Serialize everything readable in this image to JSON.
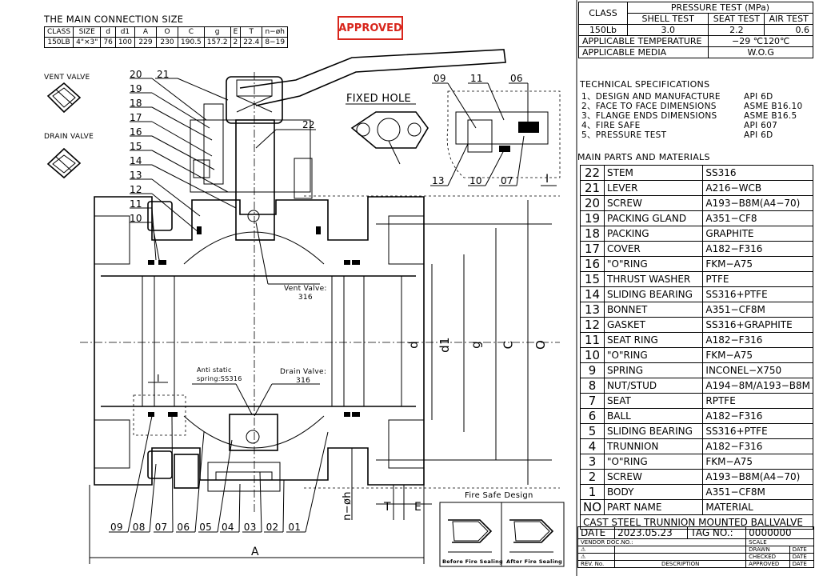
{
  "connection": {
    "title": "THE MAIN CONNECTION SIZE",
    "headers": [
      "CLASS",
      "SIZE",
      "d",
      "d1",
      "A",
      "O",
      "C",
      "g",
      "E",
      "T",
      "n−øh"
    ],
    "row": [
      "150LB",
      "4\"×3\"",
      "76",
      "100",
      "229",
      "230",
      "190.5",
      "157.2",
      "2",
      "22.4",
      "8−19"
    ]
  },
  "stamp": "APPROVED",
  "pressure": {
    "class_label": "CLASS",
    "title": "PRESSURE TEST (MPa)",
    "headers": [
      "SHELL TEST",
      "SEAT TEST",
      "AIR TEST"
    ],
    "class_value": "150Lb",
    "values": [
      "3.0",
      "2.2",
      "0.6"
    ],
    "temp_label": "APPLICABLE TEMPERATURE",
    "temp_value": "−29 ℃120℃",
    "media_label": "APPLICABLE MEDIA",
    "media_value": "W.O.G"
  },
  "tech": {
    "title": "TECHNICAL SPECIFICATIONS",
    "items": [
      {
        "label": "1、DESIGN AND MANUFACTURE",
        "value": "API 6D"
      },
      {
        "label": "2、FACE TO FACE DIMENSIONS",
        "value": "ASME B16.10"
      },
      {
        "label": "3、FLANGE ENDS DIMENSIONS",
        "value": "ASME B16.5"
      },
      {
        "label": "4、FIRE SAFE",
        "value": "API 607"
      },
      {
        "label": "5、PRESSURE TEST",
        "value": "API 6D"
      }
    ]
  },
  "parts": {
    "title": "MAIN PARTS AND MATERIALS",
    "rows": [
      {
        "no": "22",
        "name": "STEM",
        "material": "SS316"
      },
      {
        "no": "21",
        "name": "LEVER",
        "material": "A216−WCB"
      },
      {
        "no": "20",
        "name": "SCREW",
        "material": "A193−B8M(A4−70)"
      },
      {
        "no": "19",
        "name": "PACKING GLAND",
        "material": "A351−CF8"
      },
      {
        "no": "18",
        "name": "PACKING",
        "material": "GRAPHITE"
      },
      {
        "no": "17",
        "name": "COVER",
        "material": "A182−F316"
      },
      {
        "no": "16",
        "name": "\"O\"RING",
        "material": "FKM−A75"
      },
      {
        "no": "15",
        "name": "THRUST WASHER",
        "material": "PTFE"
      },
      {
        "no": "14",
        "name": "SLIDING BEARING",
        "material": "SS316+PTFE"
      },
      {
        "no": "13",
        "name": "BONNET",
        "material": "A351−CF8M"
      },
      {
        "no": "12",
        "name": "GASKET",
        "material": "SS316+GRAPHITE"
      },
      {
        "no": "11",
        "name": "SEAT RING",
        "material": "A182−F316"
      },
      {
        "no": "10",
        "name": "\"O\"RING",
        "material": "FKM−A75"
      },
      {
        "no": "9",
        "name": "SPRING",
        "material": "INCONEL−X750"
      },
      {
        "no": "8",
        "name": "NUT/STUD",
        "material": "A194−8M/A193−B8M"
      },
      {
        "no": "7",
        "name": "SEAT",
        "material": "RPTFE"
      },
      {
        "no": "6",
        "name": "BALL",
        "material": "A182−F316"
      },
      {
        "no": "5",
        "name": "SLIDING BEARING",
        "material": "SS316+PTFE"
      },
      {
        "no": "4",
        "name": "TRUNNION",
        "material": "A182−F316"
      },
      {
        "no": "3",
        "name": "\"O\"RING",
        "material": "FKM−A75"
      },
      {
        "no": "2",
        "name": "SCREW",
        "material": "A193−B8M(A4−70)"
      },
      {
        "no": "1",
        "name": "BODY",
        "material": "A351−CF8M"
      }
    ],
    "header": {
      "no": "NO",
      "name": "PART NAME",
      "material": "MATERIAL"
    },
    "caption": "CAST STEEL TRUNNION MOUNTED BALLVALVE"
  },
  "titleblock": {
    "date_label": "DATE",
    "date_value": "2023.05.23",
    "tag_label": "TAG NO.:",
    "tag_value": "0000000",
    "vendor_label": "VENDOR DOC.NO.:",
    "scale_label": "SCALE",
    "drawn": "DRAWN",
    "checked": "CHECKED",
    "approved": "APPROVED",
    "date": "DATE",
    "rev_no": "REV. No.",
    "description": "DESCRIPTION"
  },
  "drawing": {
    "vent_valve": "VENT VALVE",
    "drain_valve": "DRAIN VALVE",
    "fixed_hole": "FIXED HOLE",
    "vent_note": [
      "Vent Valve:",
      "316"
    ],
    "drain_note": [
      "Drain Valve:",
      "316"
    ],
    "anti_static": [
      "Anti static",
      "spring:SS316"
    ],
    "fire_safe_title": "Fire Safe Design",
    "before_fire": "Before Fire Sealing",
    "after_fire": "After Fire Sealing",
    "section_mark": "I",
    "dims": {
      "d": "d",
      "d1": "d1",
      "g": "g",
      "C": "C",
      "O": "O",
      "A": "A",
      "T": "T",
      "E": "E",
      "nh": "n−øh"
    },
    "callouts_left": [
      "20",
      "21",
      "19",
      "18",
      "17",
      "16",
      "15",
      "14",
      "13",
      "12",
      "11",
      "10"
    ],
    "callout_stem": "22",
    "callouts_bottom": [
      "09",
      "08",
      "07",
      "06",
      "05",
      "04",
      "03",
      "02",
      "01"
    ],
    "callouts_detail": [
      "09",
      "11",
      "06",
      "13",
      "10",
      "07"
    ]
  }
}
